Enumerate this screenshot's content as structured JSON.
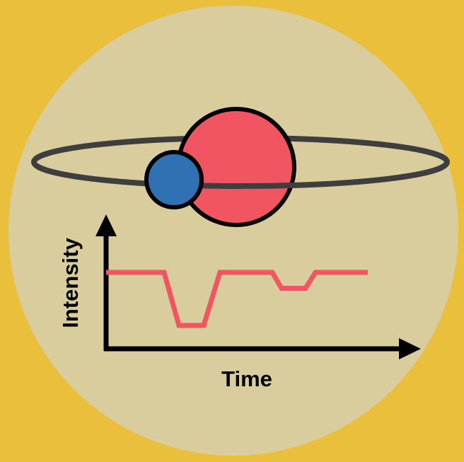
{
  "colors": {
    "background": "#EABF3C",
    "disc": "#D9CD9E",
    "large_star": "#F05561",
    "small_star": "#2F71B2",
    "orbit": "#3E3E3E",
    "light_curve": "#F05561",
    "axes": "#000000"
  },
  "labels": {
    "y_axis": "Intensity",
    "x_axis": "Time"
  },
  "light_curve": {
    "description_type": "eclipsing-binary",
    "baseline_level": 1.0,
    "primary_eclipse_level": 0.0,
    "secondary_eclipse_level": 0.7
  }
}
